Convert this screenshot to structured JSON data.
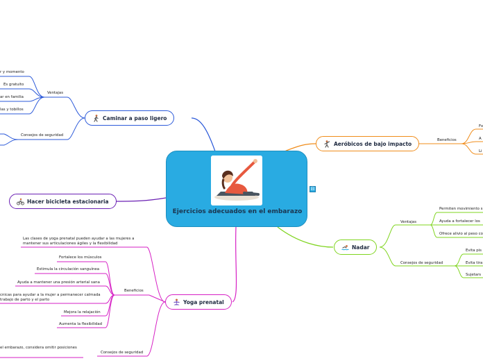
{
  "central": {
    "title": "Ejercicios adecuados en el embarazo",
    "image": "pregnant-woman-stretching-illustration"
  },
  "colors": {
    "central_fill": "#29abe2",
    "caminar": "#2b59d9",
    "bicicleta": "#6a1fb3",
    "yoga": "#d61fc4",
    "nadar": "#7fd41e",
    "aerobicos": "#f08c1a"
  },
  "caminar": {
    "title": "Caminar a paso ligero",
    "icon": "walking-person-icon",
    "ventajas_label": "Ventajas",
    "ventajas": [
      "r y momento",
      "Es gratuito",
      "ar en familia",
      "las y tobillos"
    ],
    "consejos_label": "Consejos de seguridad"
  },
  "bicicleta": {
    "title": "Hacer bicicleta estacionaria",
    "icon": "bicycle-icon"
  },
  "yoga": {
    "title": "Yoga prenatal",
    "icon": "meditation-icon",
    "intro": [
      "Las clases de yoga prenatal pueden ayudar a las mujeres a",
      "mantener sus articulaciones ágiles y la flexibilidad"
    ],
    "beneficios_label": "Beneficios",
    "beneficios": [
      "Fortalece los músculos",
      "Estimula la circulación sanguínea",
      "Ayuda a mantener una presión arterial sana",
      "cnicas para ayudar a la mujer a permanecer calmada",
      "trabajo de parto y el parto",
      "Mejora la relajación",
      "Aumenta la flexibilidad"
    ],
    "consejos_label": "Consejos de seguridad",
    "consejo_1": "el embarazo, considera omitir posiciones"
  },
  "nadar": {
    "title": "Nadar",
    "icon": "swimmer-icon",
    "ventajas_label": "Ventajas",
    "ventajas": [
      "Permiten movimiento s",
      "Ayuda a fortalecer los",
      "Ofrece alivio al peso co"
    ],
    "consejos_label": "Consejos de seguridad",
    "consejos": [
      "Evita pis",
      "Evita tira",
      "Sujetars"
    ]
  },
  "aerobicos": {
    "title": "Aeróbicos de bajo impacto",
    "icon": "aerobics-person-icon",
    "beneficios_label": "Beneficios",
    "beneficios": [
      "Fo",
      "A",
      "Li"
    ]
  },
  "toggle": "⊟"
}
